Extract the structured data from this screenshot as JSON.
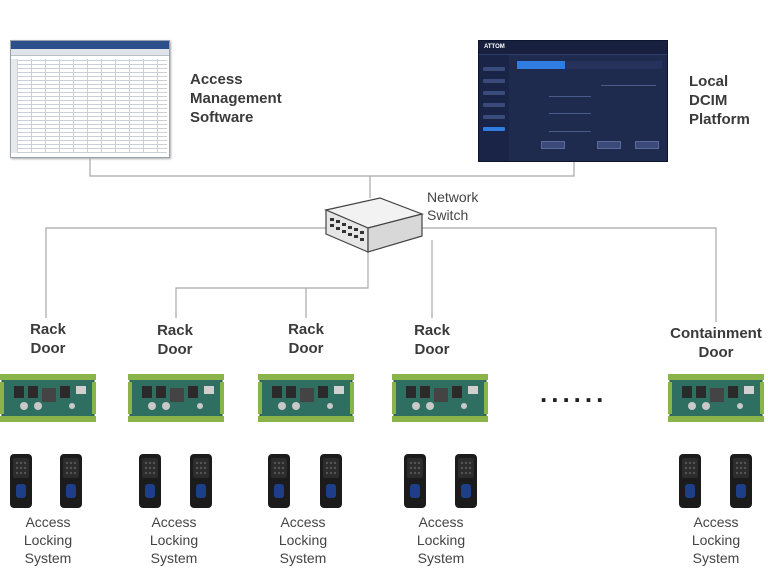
{
  "top": {
    "software_label_lines": [
      "Access",
      "Management",
      "Software"
    ],
    "dcim_label_lines": [
      "Local",
      "DCIM",
      "Platform"
    ],
    "dcim_brand": "ATTOM"
  },
  "switch_label_lines": [
    "Network",
    "Switch"
  ],
  "doors": [
    {
      "label_lines": [
        "Rack",
        "Door"
      ],
      "system_lines": [
        "Access",
        "Locking",
        "System"
      ]
    },
    {
      "label_lines": [
        "Rack",
        "Door"
      ],
      "system_lines": [
        "Access",
        "Locking",
        "System"
      ]
    },
    {
      "label_lines": [
        "Rack",
        "Door"
      ],
      "system_lines": [
        "Access",
        "Locking",
        "System"
      ]
    },
    {
      "label_lines": [
        "Rack",
        "Door"
      ],
      "system_lines": [
        "Access",
        "Locking",
        "System"
      ]
    },
    {
      "label_lines": [
        "Containment",
        "Door"
      ],
      "system_lines": [
        "Access",
        "Locking",
        "System"
      ]
    }
  ],
  "ellipsis": "......"
}
